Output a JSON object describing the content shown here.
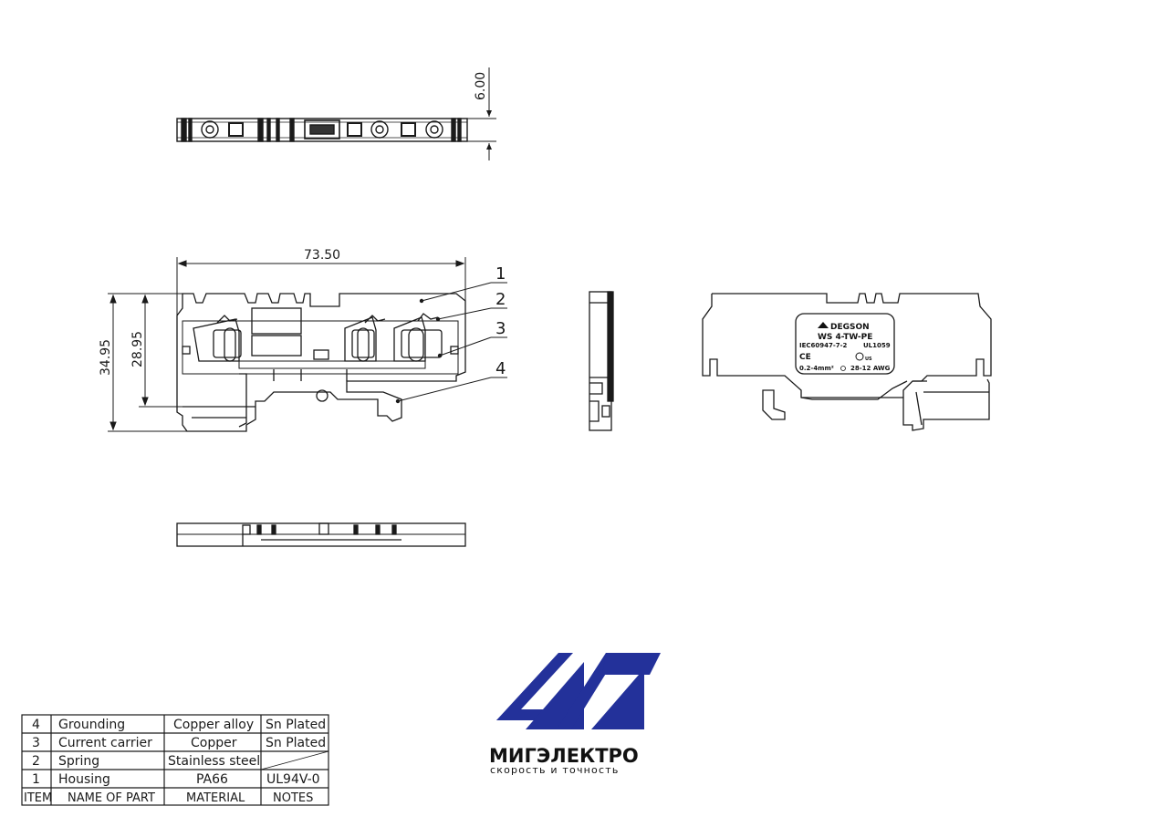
{
  "dimensions": {
    "thickness": "6.00",
    "length": "73.50",
    "height_total": "34.95",
    "height_rail": "28.95"
  },
  "callouts": [
    "1",
    "2",
    "3",
    "4"
  ],
  "label_plate": {
    "brand": "DEGSON",
    "model": "WS 4-TW-PE",
    "standard": "IEC60947-7-2",
    "ul": "UL1059",
    "ce": "CE",
    "cert": "US",
    "range_mm": "0.2-4mm²",
    "range_awg": "28-12 AWG"
  },
  "parts_table": {
    "header": {
      "item": "ITEM",
      "name": "NAME OF PART",
      "material": "MATERIAL",
      "notes": "NOTES"
    },
    "rows": [
      {
        "item": "4",
        "name": "Grounding",
        "material": "Copper alloy",
        "notes": "Sn Plated"
      },
      {
        "item": "3",
        "name": "Current carrier",
        "material": "Copper",
        "notes": "Sn Plated"
      },
      {
        "item": "2",
        "name": "Spring",
        "material": "Stainless steel",
        "notes": ""
      },
      {
        "item": "1",
        "name": "Housing",
        "material": "PA66",
        "notes": "UL94V-0"
      }
    ]
  },
  "logo": {
    "name": "МИГЭЛЕКТРО",
    "tagline": "скорость и точность",
    "color": "#23319a"
  }
}
